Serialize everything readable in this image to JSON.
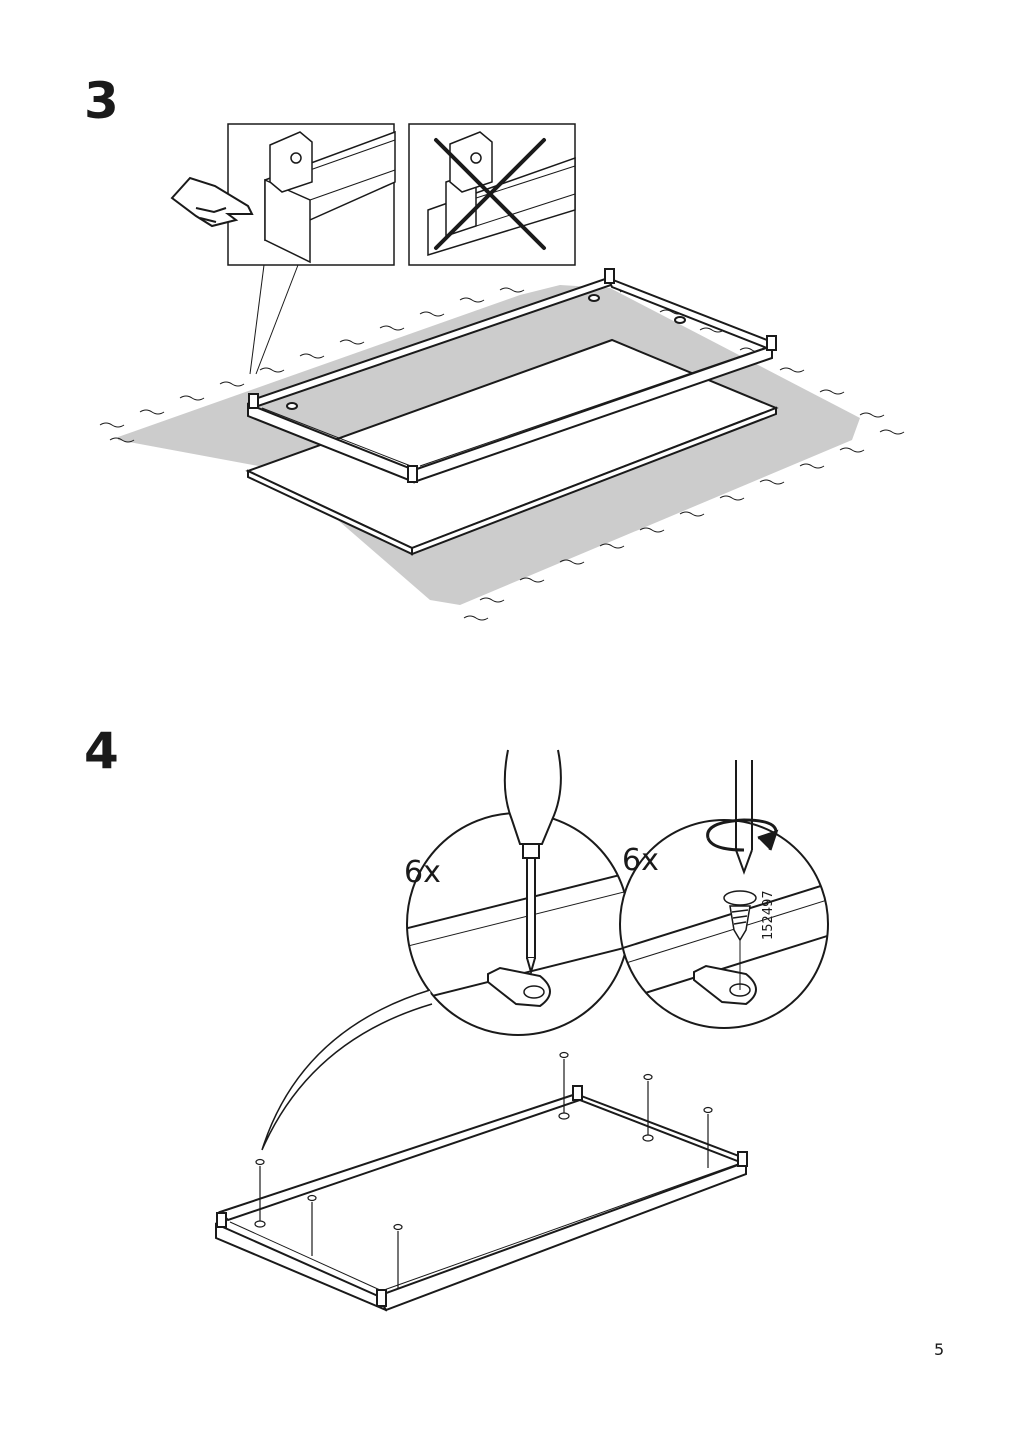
{
  "page": {
    "number": "5"
  },
  "steps": [
    {
      "number": "3"
    },
    {
      "number": "4"
    }
  ],
  "step4": {
    "left_callout_quantity": "6x",
    "right_callout_quantity": "6x",
    "screw_part_number": "152497"
  },
  "colors": {
    "ink": "#1a1a1a",
    "carpet": "#cccccc",
    "paper": "#ffffff"
  },
  "icons": [
    "pointing-hand-icon",
    "cross-out-icon",
    "screwdriver-icon",
    "rotation-arrow-icon",
    "screw-icon"
  ]
}
